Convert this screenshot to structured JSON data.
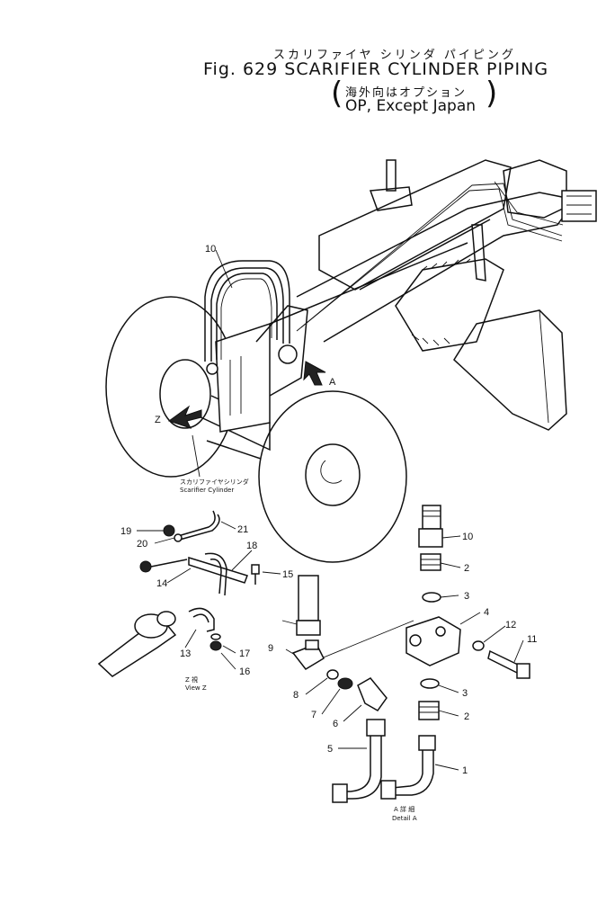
{
  "title": {
    "japanese": "スカリファイヤ シリンダ パイピング",
    "main": "Fig. 629 SCARIFIER CYLINDER PIPING",
    "note_japanese": "海外向はオプション",
    "note": "OP, Except Japan"
  },
  "captions": {
    "cylinder_jp": "スカリファイヤシリンダ",
    "cylinder_en": "Scarifier Cylinder",
    "view_z_jp": "Z 視",
    "view_z_en": "View Z",
    "detail_a_jp": "A 詳 細",
    "detail_a_en": "Detail A",
    "arrow_z": "Z",
    "arrow_a": "A"
  },
  "part_numbers": [
    {
      "id": "label-10-main",
      "text": "10"
    },
    {
      "id": "label-19",
      "text": "19"
    },
    {
      "id": "label-21",
      "text": "21"
    },
    {
      "id": "label-20",
      "text": "20"
    },
    {
      "id": "label-18",
      "text": "18"
    },
    {
      "id": "label-15",
      "text": "15"
    },
    {
      "id": "label-14",
      "text": "14"
    },
    {
      "id": "label-13",
      "text": "13"
    },
    {
      "id": "label-17",
      "text": "17"
    },
    {
      "id": "label-16",
      "text": "16"
    },
    {
      "id": "label-10-detail",
      "text": "10"
    },
    {
      "id": "label-2-upper",
      "text": "2"
    },
    {
      "id": "label-3-upper",
      "text": "3"
    },
    {
      "id": "label-4",
      "text": "4"
    },
    {
      "id": "label-12",
      "text": "12"
    },
    {
      "id": "label-11",
      "text": "11"
    },
    {
      "id": "label-9",
      "text": "9"
    },
    {
      "id": "label-8",
      "text": "8"
    },
    {
      "id": "label-3-lower",
      "text": "3"
    },
    {
      "id": "label-7",
      "text": "7"
    },
    {
      "id": "label-6",
      "text": "6"
    },
    {
      "id": "label-2-lower",
      "text": "2"
    },
    {
      "id": "label-5",
      "text": "5"
    },
    {
      "id": "label-1",
      "text": "1"
    }
  ]
}
